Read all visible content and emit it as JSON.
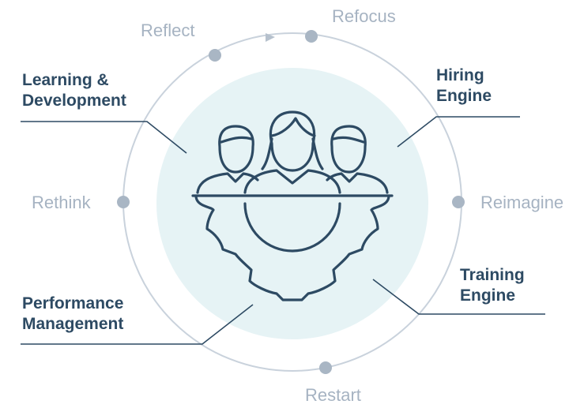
{
  "colors": {
    "ring": "#c9d2dc",
    "dot": "#a9b6c4",
    "center_fill": "#e6f3f5",
    "icon_stroke": "#2d4a63",
    "leader_line": "#2d4a63",
    "stage_text": "#a6b3c2",
    "block_text": "#2d4a63"
  },
  "cycle_stages": {
    "reflect": "Reflect",
    "refocus": "Refocus",
    "reimagine": "Reimagine",
    "restart": "Restart",
    "rethink": "Rethink"
  },
  "blocks": {
    "learning": {
      "line1": "Learning &",
      "line2": "Development"
    },
    "hiring": {
      "line1": "Hiring",
      "line2": "Engine"
    },
    "training": {
      "line1": "Training",
      "line2": "Engine"
    },
    "performance": {
      "line1": "Performance",
      "line2": "Management"
    }
  },
  "center_icon": "team-gear-icon"
}
